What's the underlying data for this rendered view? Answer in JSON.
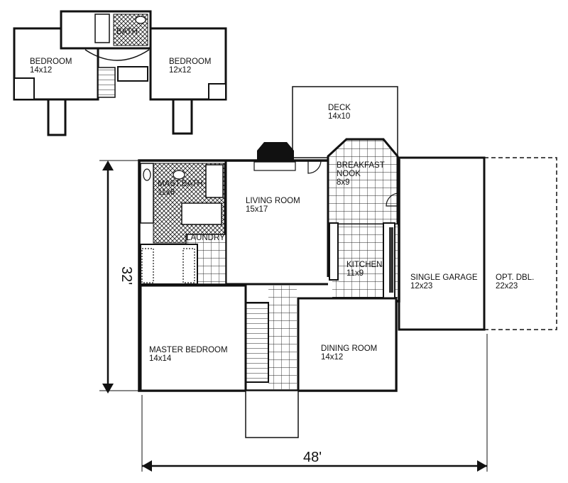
{
  "upper_floor": {
    "bedroom_left": {
      "name": "BEDROOM",
      "size": "14x12"
    },
    "bath": {
      "name": "BATH"
    },
    "bedroom_right": {
      "name": "BEDROOM",
      "size": "12x12"
    }
  },
  "main_floor": {
    "deck": {
      "name": "DECK",
      "size": "14x10"
    },
    "breakfast_nook": {
      "name_line1": "BREAKFAST",
      "name_line2": "NOOK",
      "size": "8x9"
    },
    "master_bath": {
      "name": "MAST.BATH",
      "size": "11x8"
    },
    "living_room": {
      "name": "LIVING ROOM",
      "size": "15x17"
    },
    "laundry": {
      "name": "LAUNDRY"
    },
    "kitchen": {
      "name": "KITCHEN",
      "size": "11x9"
    },
    "single_garage": {
      "name": "SINGLE GARAGE",
      "size": "12x23"
    },
    "optional_garage": {
      "name": "OPT. DBL.",
      "size": "22x23"
    },
    "master_bedroom": {
      "name": "MASTER BEDROOM",
      "size": "14x14"
    },
    "dining_room": {
      "name": "DINING ROOM",
      "size": "14x12"
    }
  },
  "dimensions": {
    "depth": "32'",
    "width": "48'"
  },
  "colors": {
    "line": "#111111",
    "background": "#ffffff"
  }
}
